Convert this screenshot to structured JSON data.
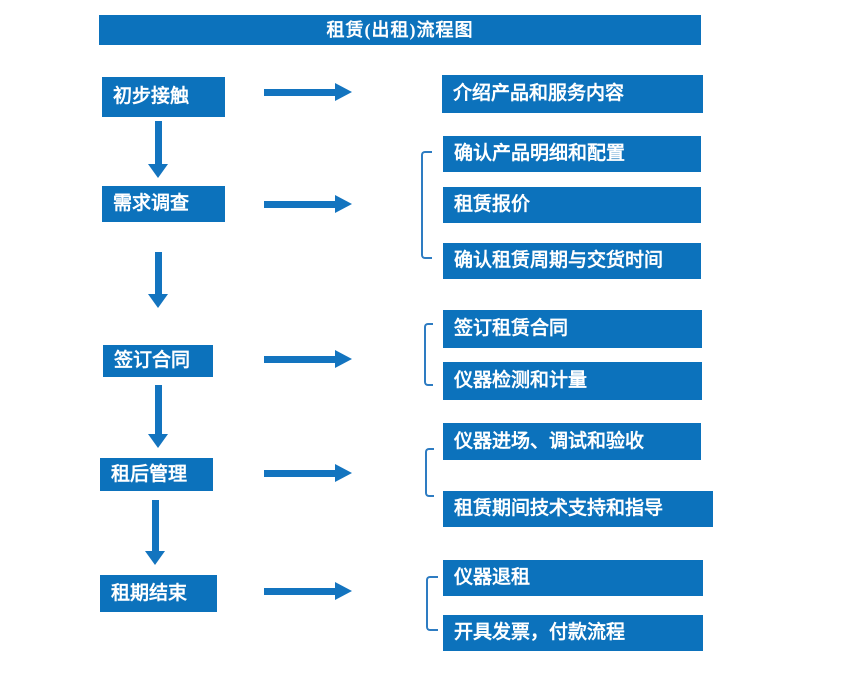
{
  "title": "租赁(出租)流程图",
  "colors": {
    "box_fill": "#0c72bc",
    "arrow": "#1374bf",
    "bracket_line": "#2e7cc2",
    "text": "#ffffff",
    "background": "#ffffff"
  },
  "steps": [
    {
      "label": "初步接触"
    },
    {
      "label": "需求调查"
    },
    {
      "label": "签订合同"
    },
    {
      "label": "租后管理"
    },
    {
      "label": "租期结束"
    }
  ],
  "details": [
    {
      "items": [
        "介绍产品和服务内容"
      ]
    },
    {
      "items": [
        "确认产品明细和配置",
        "租赁报价",
        "确认租赁周期与交货时间"
      ]
    },
    {
      "items": [
        "签订租赁合同",
        "仪器检测和计量"
      ]
    },
    {
      "items": [
        "仪器进场、调试和验收",
        "租赁期间技术支持和指导"
      ]
    },
    {
      "items": [
        "仪器退租",
        "开具发票，付款流程"
      ]
    }
  ]
}
